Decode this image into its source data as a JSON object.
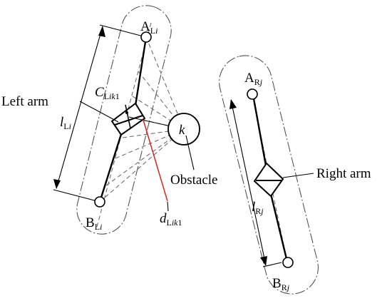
{
  "left_arm": {
    "top_joint": {
      "main": "A",
      "sub": "L",
      "sub_italic": "i"
    },
    "bottom_joint": {
      "main": "B",
      "sub": "L",
      "sub_italic": "i"
    },
    "length": {
      "main": "l",
      "sub": "L",
      "sub_italic": "i"
    },
    "nearest_point": {
      "main": "C",
      "sub": "L",
      "sub_italic": "ik",
      "sub_tail": "1"
    },
    "name": "Left arm"
  },
  "right_arm": {
    "top_joint": {
      "main": "A",
      "sub": "R",
      "sub_italic": "j"
    },
    "bottom_joint": {
      "main": "B",
      "sub": "R",
      "sub_italic": "j"
    },
    "length": {
      "main": "l",
      "sub": "R",
      "sub_italic": "j"
    },
    "name": "Right arm"
  },
  "obstacle": {
    "point": "k",
    "name": "Obstacle"
  },
  "distance": {
    "main": "d",
    "sub": "L",
    "sub_italic": "ik",
    "sub_tail": "1"
  },
  "colors": {
    "distance_line": "#e0201b",
    "ink": "#000000",
    "dashes": "#6f6f6f"
  }
}
